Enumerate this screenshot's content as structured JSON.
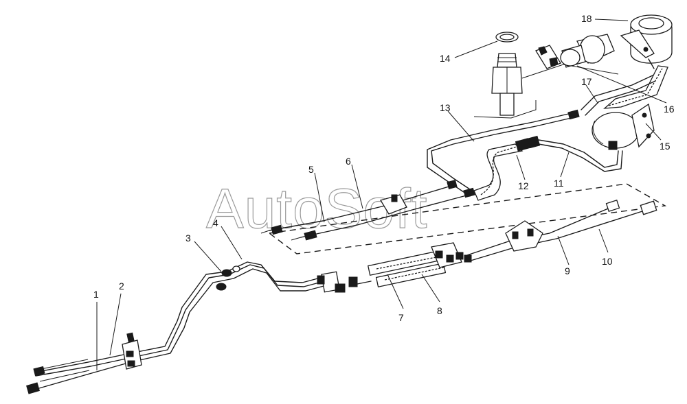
{
  "watermark": "AutoSoft",
  "callouts": [
    {
      "id": "c1",
      "label": "1"
    },
    {
      "id": "c2",
      "label": "2"
    },
    {
      "id": "c3",
      "label": "3"
    },
    {
      "id": "c4",
      "label": "4"
    },
    {
      "id": "c5",
      "label": "5"
    },
    {
      "id": "c6",
      "label": "6"
    },
    {
      "id": "c7",
      "label": "7"
    },
    {
      "id": "c8",
      "label": "8"
    },
    {
      "id": "c9",
      "label": "9"
    },
    {
      "id": "c10",
      "label": "10"
    },
    {
      "id": "c11",
      "label": "11"
    },
    {
      "id": "c12",
      "label": "12"
    },
    {
      "id": "c13",
      "label": "13"
    },
    {
      "id": "c14",
      "label": "14"
    },
    {
      "id": "c15",
      "label": "15"
    },
    {
      "id": "c16",
      "label": "16"
    },
    {
      "id": "c17",
      "label": "17"
    },
    {
      "id": "c18",
      "label": "18"
    }
  ]
}
